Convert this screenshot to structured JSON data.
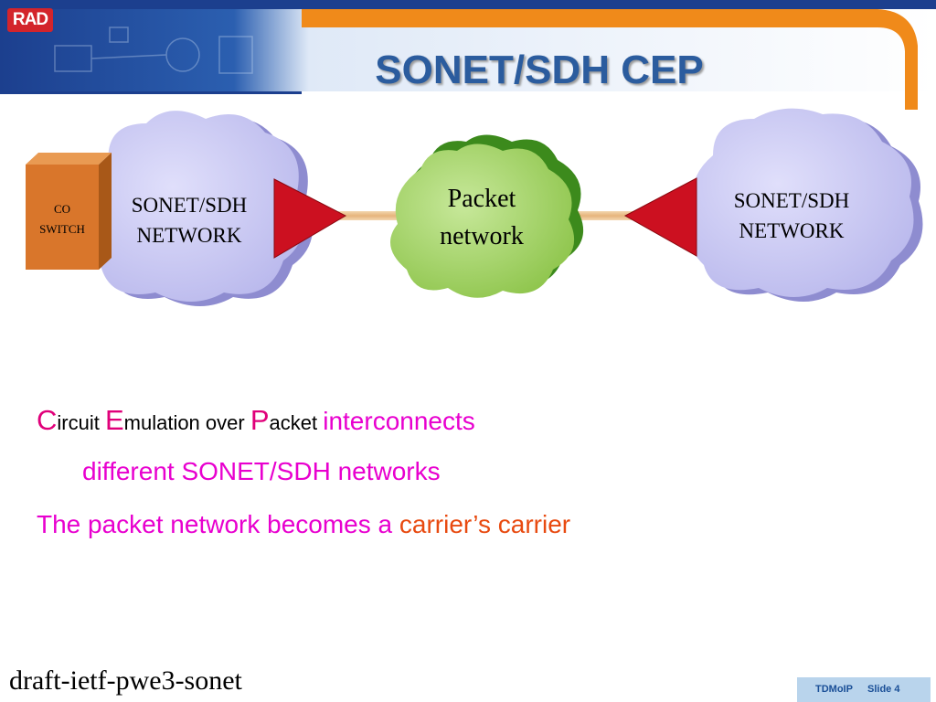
{
  "header": {
    "logo_text": "RAD",
    "title": "SONET/SDH CEP"
  },
  "diagram": {
    "co_switch": [
      "CO",
      "SWITCH"
    ],
    "left_cloud": [
      "SONET/SDH",
      "NETWORK"
    ],
    "center_cloud": [
      "Packet",
      "network"
    ],
    "right_cloud": [
      "SONET/SDH",
      "NETWORK"
    ]
  },
  "body": {
    "line1": {
      "c": "C",
      "ircuit": "ircuit ",
      "e": "E",
      "mulation": "mulation over ",
      "p": "P",
      "acket": "acket ",
      "interconnects": "interconnects"
    },
    "line2": "different SONET/SDH networks",
    "line3": {
      "pre": "The packet network becomes a ",
      "highlight": "carrier’s carrier"
    }
  },
  "footer": {
    "draft": "draft-ietf-pwe3-sonet",
    "brand": "TDMoIP",
    "slide": "Slide 4"
  },
  "colors": {
    "title": "#2b5c9e",
    "pink": "#e800cf",
    "orange": "#e84a10",
    "cloud": "#c9c8f2",
    "green_cloud": "#9fd05a",
    "triangle": "#cc1020",
    "switch": "#d9762b",
    "header_blue": "#1c3f8e",
    "header_orange": "#f08a1a"
  }
}
